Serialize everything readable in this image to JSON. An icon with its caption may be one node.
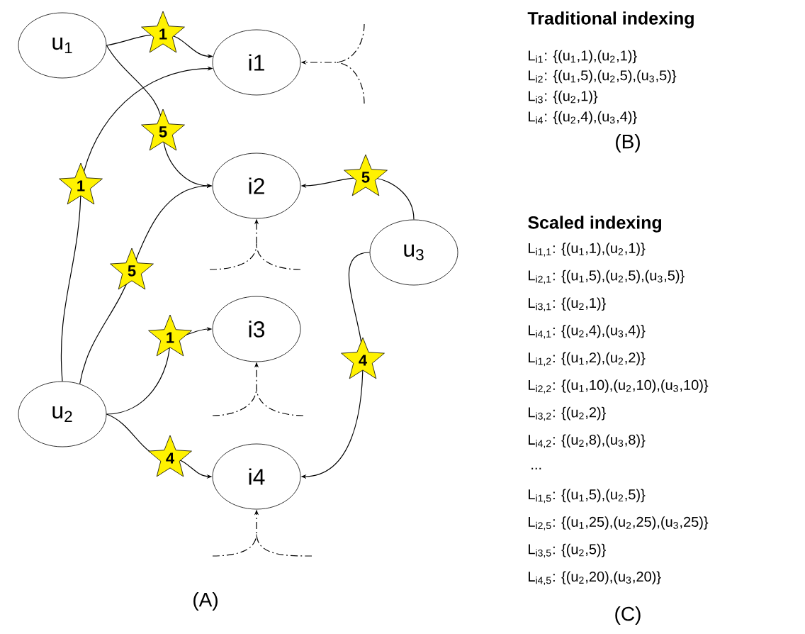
{
  "diagram": {
    "nodes": [
      {
        "text": [
          "u$_{1}$"
        ]
      },
      {
        "text": [
          "i1"
        ]
      },
      {
        "text": [
          "i2"
        ]
      },
      {
        "text": [
          "u$_{3}$"
        ]
      },
      {
        "text": [
          "i3"
        ]
      },
      {
        "text": [
          "u$_{2}$"
        ]
      },
      {
        "text": [
          "i4"
        ]
      }
    ],
    "edges": [
      {
        "from": 0,
        "to": 1,
        "arrow": "to",
        "label": "1"
      },
      {
        "from": 0,
        "to": 2,
        "arrow": "to",
        "label": "5"
      },
      {
        "from": 5,
        "to": 1,
        "arrow": "to",
        "label": "1"
      },
      {
        "from": 5,
        "to": 2,
        "arrow": "to",
        "label": "5"
      },
      {
        "from": 3,
        "to": 2,
        "arrow": "to",
        "label": "5"
      },
      {
        "from": 5,
        "to": 4,
        "arrow": "to",
        "label": "1"
      },
      {
        "from": 3,
        "to": 6,
        "arrow": "to",
        "label": "4"
      },
      {
        "from": 5,
        "to": 6,
        "arrow": "to",
        "label": "4"
      },
      {
        "from": null,
        "to": 1,
        "arrow": "to",
        "style": "dashed"
      },
      {
        "from": null,
        "to": 2,
        "arrow": "to",
        "style": "dashed"
      },
      {
        "from": null,
        "to": 4,
        "arrow": "to",
        "style": "dashed"
      },
      {
        "from": null,
        "to": 6,
        "arrow": "to",
        "style": "dashed"
      }
    ],
    "labels": [
      "Traditional indexing",
      "L$_{i1}$: {(u$_{1}$,1),(u$_{2}$,1)}",
      "L$_{i2}$: {(u$_{1}$,5),(u$_{2}$,5),(u$_{3}$,5)}",
      "L$_{i3}$: {(u$_{2}$,1)}",
      "L$_{i4}$: {(u$_{2}$,4),(u$_{3}$,4)}",
      "(B)",
      "Scaled indexing",
      "L$_{i1,1}$: {(u$_{1}$,1),(u$_{2}$,1)}",
      "L$_{i2,1}$: {(u$_{1}$,5),(u$_{2}$,5),(u$_{3}$,5)}",
      "L$_{i3,1}$: {(u$_{2}$,1)}",
      "L$_{i4,1}$: {(u$_{2}$,4),(u$_{3}$,4)}",
      "L$_{i1,2}$: {(u$_{1}$,2),(u$_{2}$,2)}",
      "L$_{i2,2}$: {(u$_{1}$,10),(u$_{2}$,10),(u$_{3}$,10)}",
      "L$_{i3,2}$: {(u$_{2}$,2)}",
      "L$_{i4,2}$: {(u$_{2}$,8),(u$_{3}$,8)}",
      "...",
      "L$_{i1,5}$: {(u$_{1}$,5),(u$_{2}$,5)}",
      "L$_{i2,5}$: {(u$_{1}$,25),(u$_{2}$,25),(u$_{3}$,25)}",
      "L$_{i3,5}$: {(u$_{2}$,5)}",
      "L$_{i4,5}$: {(u$_{2}$,20),(u$_{3}$,20)}",
      "(C)",
      "(A)"
    ]
  }
}
